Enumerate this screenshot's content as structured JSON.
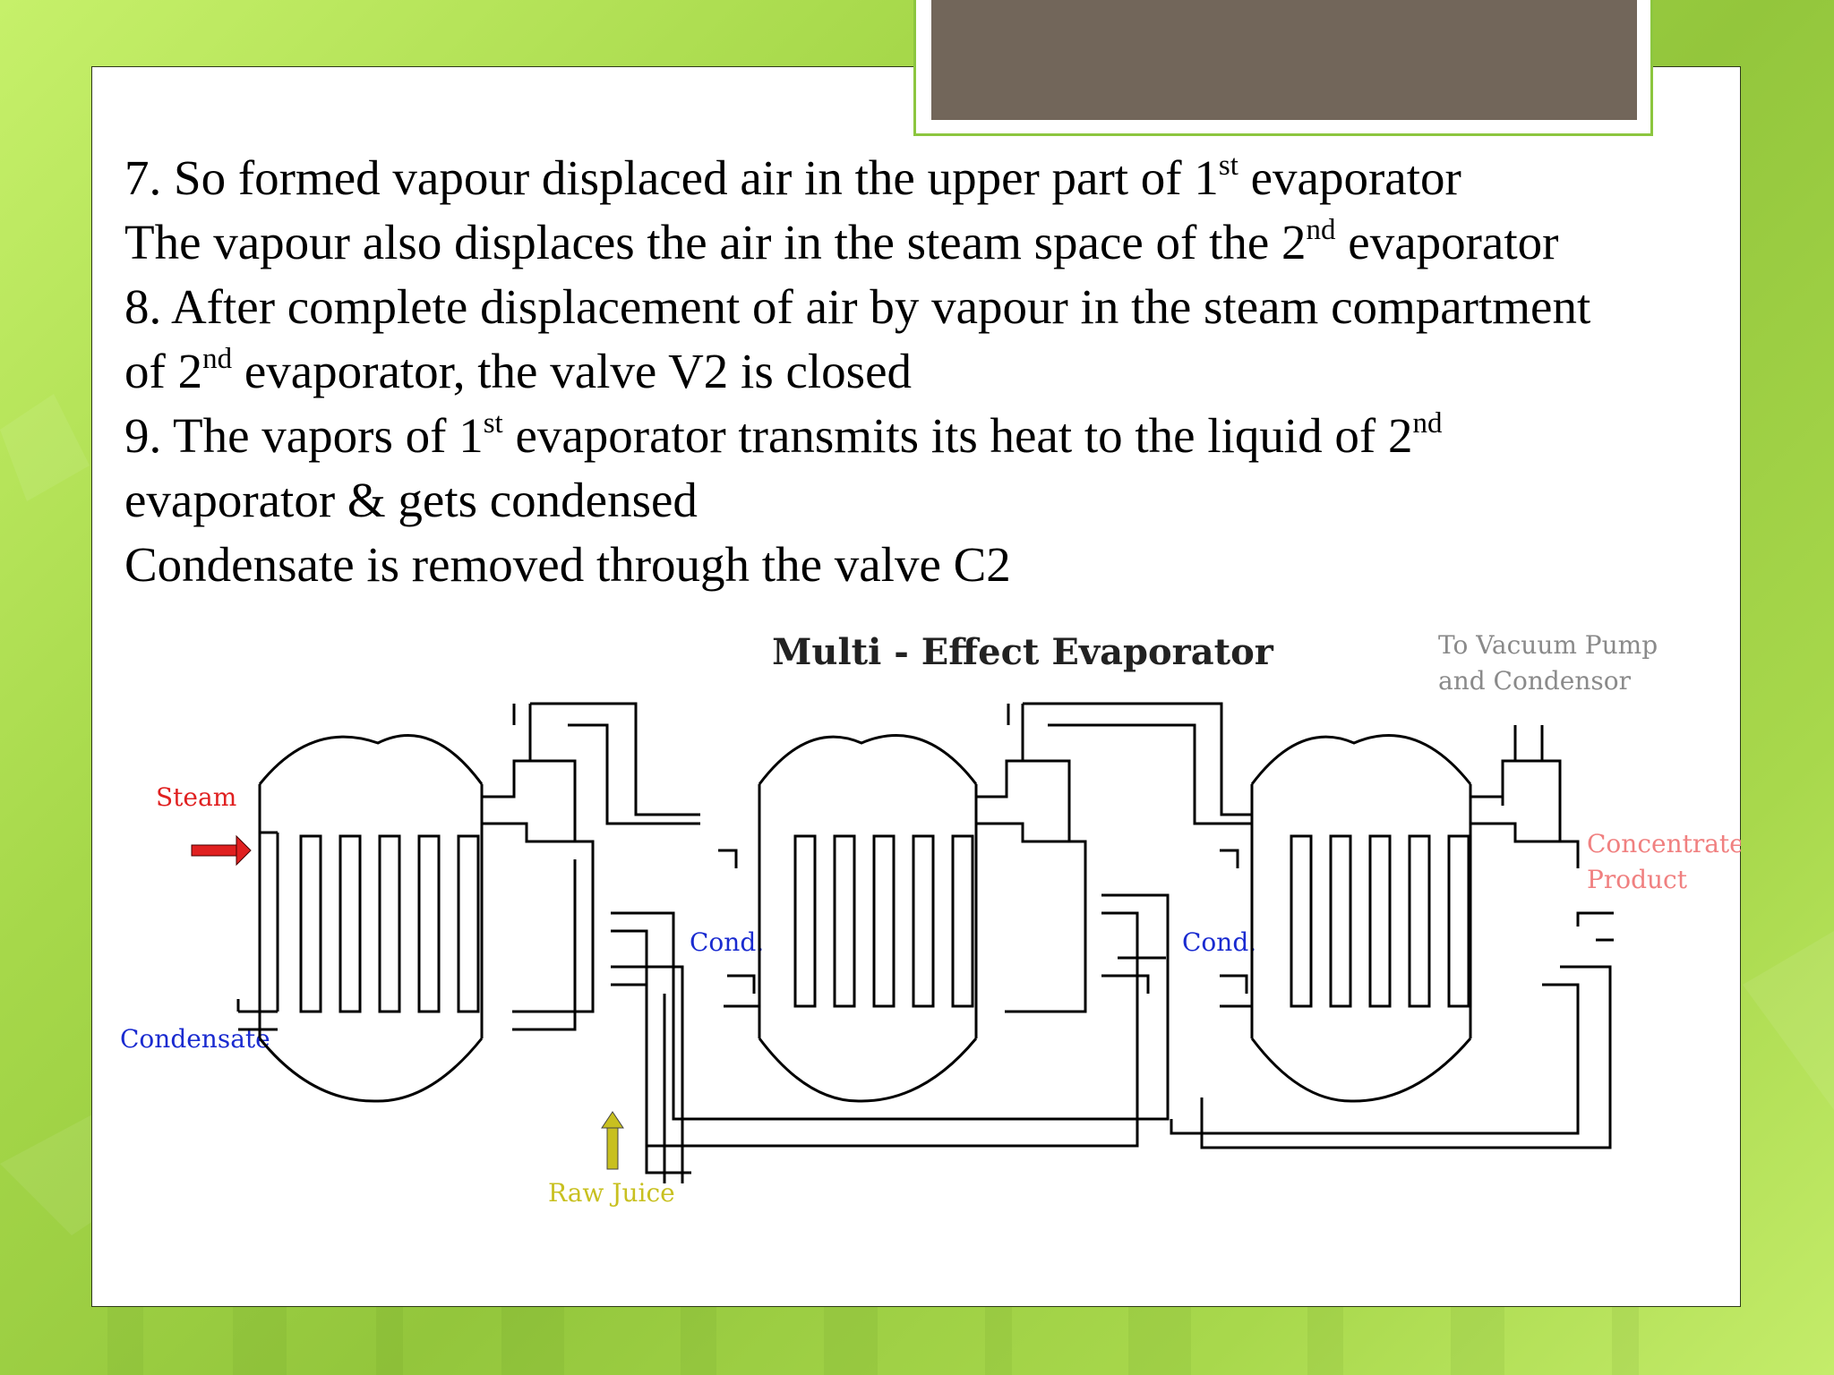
{
  "slide": {
    "paragraphs": [
      {
        "parts": [
          "7. So formed vapour displaced air in the upper part of 1",
          "st",
          " evaporator"
        ]
      },
      {
        "parts": [
          "The vapour also displaces the air in the steam space of the 2",
          "nd",
          " evaporator"
        ]
      },
      {
        "parts": [
          "8. After complete displacement of air by vapour in the steam compartment"
        ]
      },
      {
        "parts": [
          "of 2",
          "nd",
          " evaporator, the valve V2 is closed"
        ]
      },
      {
        "parts": [
          "9. The vapors of 1",
          "st",
          " evaporator transmits its heat to the liquid of 2",
          "nd"
        ]
      },
      {
        "parts": [
          "evaporator & gets condensed"
        ]
      },
      {
        "parts": [
          "Condensate is removed through the valve C2"
        ]
      }
    ]
  },
  "diagram": {
    "title": "Multi - Effect Evaporator",
    "labels": {
      "steam": "Steam",
      "condensate": "Condensate",
      "cond_1": "Cond.",
      "cond_2": "Cond.",
      "raw_juice": "Raw Juice",
      "vacuum_line1": "To Vacuum Pump",
      "vacuum_line2": "and Condensor",
      "product_line1": "Concentrated",
      "product_line2": "Product"
    },
    "colors": {
      "steam": "#e02020",
      "condensate": "#1a2bd0",
      "cond": "#1a2bd0",
      "raw_juice": "#c8c020",
      "vacuum": "#8a8a8a",
      "product": "#f08080",
      "lines": "#000000"
    }
  }
}
